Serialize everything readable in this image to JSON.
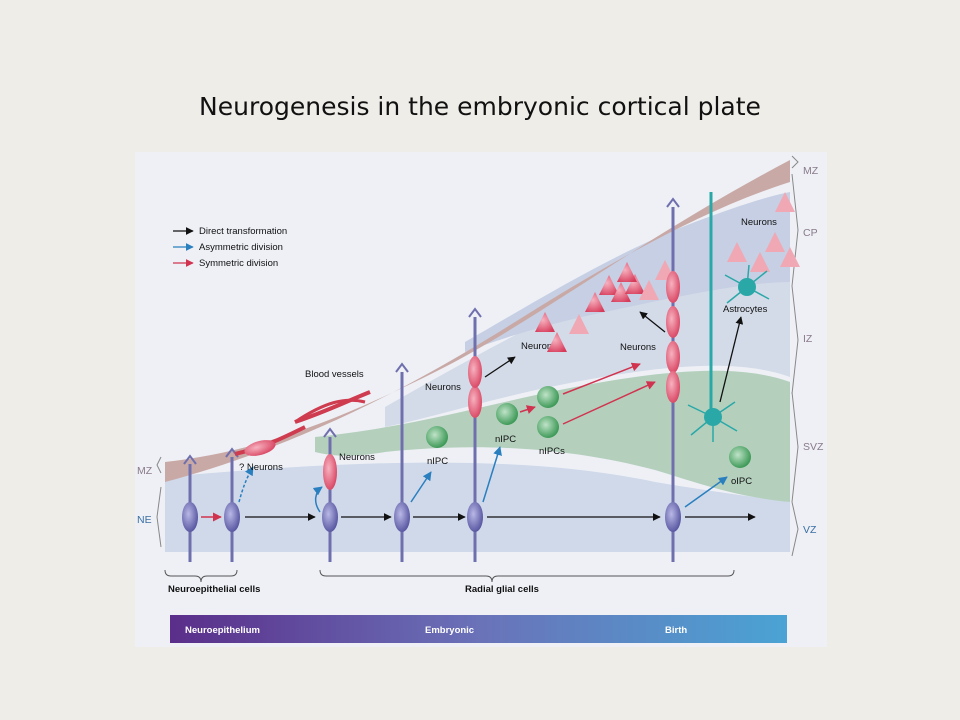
{
  "slide": {
    "title": "Neurogenesis in the embryonic cortical plate"
  },
  "legend": [
    {
      "label": "Direct transformation",
      "color": "#111111"
    },
    {
      "label": "Asymmetric division",
      "color": "#2a7fbf"
    },
    {
      "label": "Symmetric division",
      "color": "#d1334f"
    }
  ],
  "zones_right": [
    "MZ",
    "CP",
    "IZ",
    "SVZ",
    "VZ"
  ],
  "zones_left": [
    "MZ",
    "NE"
  ],
  "labels": {
    "blood_vessels": "Blood vessels",
    "q_neurons": "? Neurons",
    "neurons": "Neurons",
    "nipc": "nIPC",
    "nipcs": "nIPCs",
    "astrocytes": "Astrocytes",
    "oipc": "oIPC",
    "neuroepithelial_cells": "Neuroepithelial cells",
    "radial_glial_cells": "Radial glial cells"
  },
  "timeline": [
    "Neuroepithelium",
    "Embryonic",
    "Birth"
  ],
  "colors": {
    "mz_band": "#c9a9a6",
    "cp_band": "#c6cfe3",
    "iz_band": "#d3dbe8",
    "svz_band": "#a9c9b3",
    "vz_band": "#cfd9ea",
    "neuron": "#e0546e",
    "progenitor_green": "#55a86a",
    "radial_glia": "#6f6fae",
    "astrocyte": "#2aa8a8",
    "timeline_start": "#5a2e8a",
    "timeline_end": "#4aa3d4"
  }
}
